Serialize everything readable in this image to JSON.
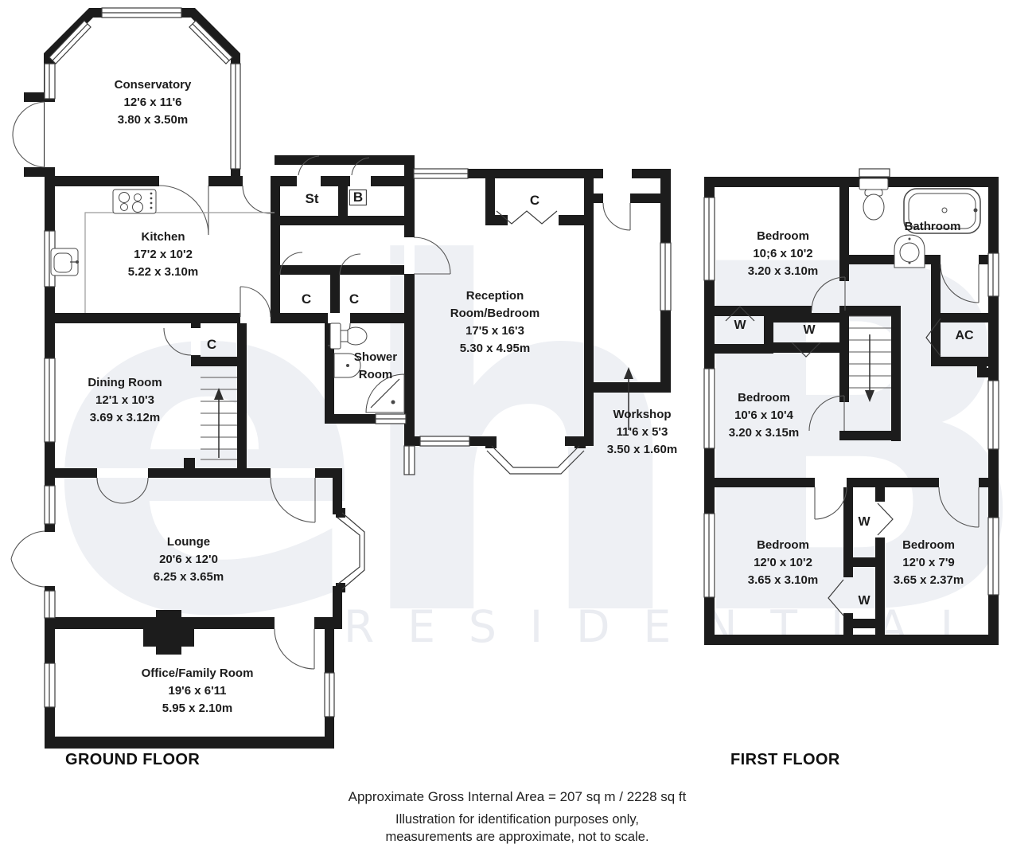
{
  "watermark": {
    "brand": "ehB",
    "subtitle": "RESIDENTIAL"
  },
  "ground_floor": {
    "title": "GROUND FLOOR",
    "rooms": [
      {
        "id": "conservatory",
        "name": "Conservatory",
        "imperial": "12'6 x 11'6",
        "metric": "3.80 x 3.50m"
      },
      {
        "id": "kitchen",
        "name": "Kitchen",
        "imperial": "17'2 x 10'2",
        "metric": "5.22 x 3.10m"
      },
      {
        "id": "dining-room",
        "name": "Dining Room",
        "imperial": "12'1 x 10'3",
        "metric": "3.69 x 3.12m"
      },
      {
        "id": "shower-room",
        "name": "Shower Room"
      },
      {
        "id": "reception-room",
        "name": "Reception Room/Bedroom",
        "imperial": "17'5 x 16'3",
        "metric": "5.30 x 4.95m"
      },
      {
        "id": "workshop",
        "name": "Workshop",
        "imperial": "11'6 x 5'3",
        "metric": "3.50 x 1.60m"
      },
      {
        "id": "lounge",
        "name": "Lounge",
        "imperial": "20'6 x 12'0",
        "metric": "6.25 x 3.65m"
      },
      {
        "id": "office",
        "name": "Office/Family Room",
        "imperial": "19'6 x 6'11",
        "metric": "5.95 x 2.10m"
      }
    ],
    "labels": {
      "storage": "St",
      "boiler": "B",
      "cupboard": "C"
    }
  },
  "first_floor": {
    "title": "FIRST FLOOR",
    "rooms": [
      {
        "id": "bedroom-1",
        "name": "Bedroom",
        "imperial": "10;6 x 10'2",
        "metric": "3.20 x 3.10m"
      },
      {
        "id": "bathroom",
        "name": "Bathroom"
      },
      {
        "id": "bedroom-2",
        "name": "Bedroom",
        "imperial": "10'6 x 10'4",
        "metric": "3.20 x 3.15m"
      },
      {
        "id": "bedroom-3",
        "name": "Bedroom",
        "imperial": "12'0 x 10'2",
        "metric": "3.65 x 3.10m"
      },
      {
        "id": "bedroom-4",
        "name": "Bedroom",
        "imperial": "12'0 x 7'9",
        "metric": "3.65 x 2.37m"
      }
    ],
    "labels": {
      "wardrobe": "W",
      "airing_cupboard": "AC"
    }
  },
  "footer": {
    "area": "Approximate Gross Internal Area = 207 sq m / 2228 sq ft",
    "disclaimer_line1": "Illustration for identification purposes only,",
    "disclaimer_line2": "measurements are approximate, not to scale."
  }
}
